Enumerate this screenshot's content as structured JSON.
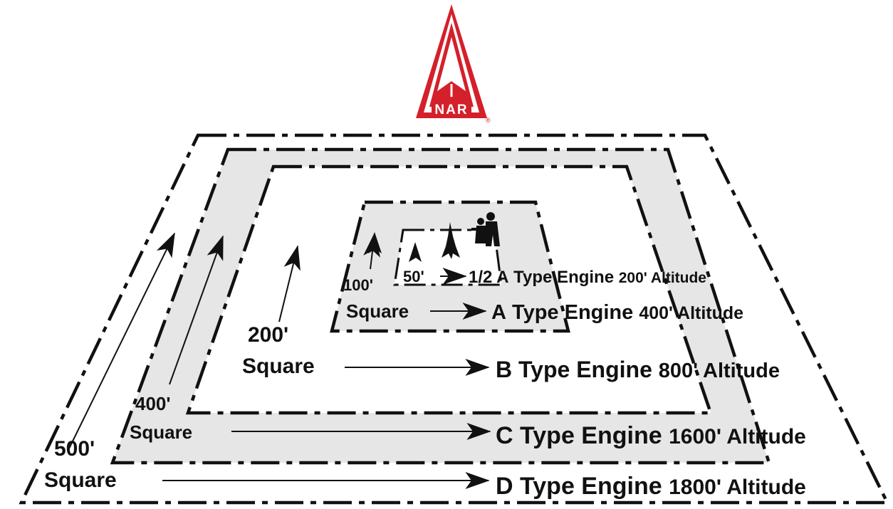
{
  "logo": {
    "text": "NAR",
    "registered": "®"
  },
  "colors": {
    "logo_red": "#d4202a",
    "fill_gray": "#e6e6e6",
    "ink": "#111111"
  },
  "squares": [
    {
      "size": "500'",
      "word": "Square",
      "engine_letter": "D",
      "engine_rest": "Type Engine",
      "altitude": "1800' Altitude"
    },
    {
      "size": "400'",
      "word": "Square",
      "engine_letter": "C",
      "engine_rest": "Type Engine",
      "altitude": "1600' Altitude"
    },
    {
      "size": "200'",
      "word": "Square",
      "engine_letter": "B",
      "engine_rest": "Type Engine",
      "altitude": "800' Altitude"
    },
    {
      "size": "100'",
      "word": "Square",
      "engine_letter": "A",
      "engine_rest": "Type Engine",
      "altitude": "400' Altitude"
    },
    {
      "size": "50'",
      "word": "",
      "engine_letter": "1/2 A",
      "engine_rest": "Type Engine",
      "altitude": "200' Altitude"
    }
  ]
}
